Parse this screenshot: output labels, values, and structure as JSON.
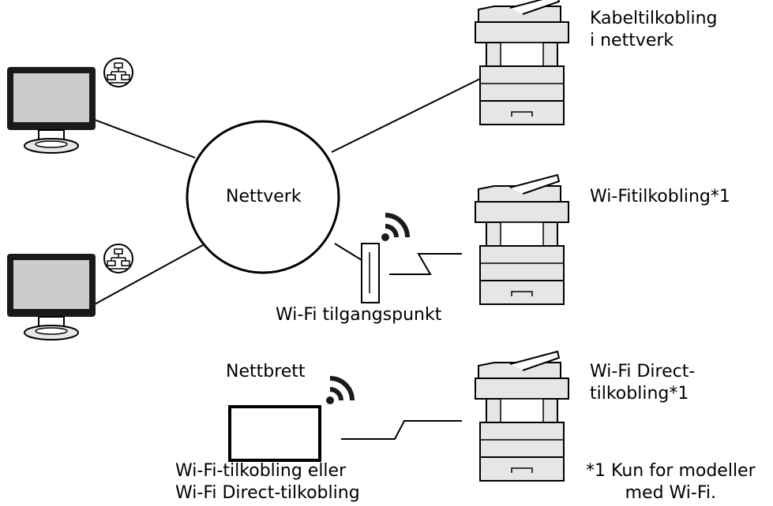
{
  "network_label": "Nettverk",
  "access_point_label": "Wi-Fi tilgangspunkt",
  "tablet_label": "Nettbrett",
  "printer_wired": {
    "line1": "Kabeltilkobling",
    "line2": "i nettverk"
  },
  "printer_wifi": {
    "line1": "Wi-Fitilkobling*1"
  },
  "printer_direct": {
    "line1": "Wi-Fi Direct-",
    "line2": "tilkobling*1"
  },
  "tablet_connection": {
    "line1": "Wi-Fi-tilkobling eller",
    "line2": "Wi-Fi Direct-tilkobling"
  },
  "footnote": {
    "line1": "*1 Kun for modeller",
    "line2": "med Wi-Fi."
  },
  "icons": {
    "computer": "computer-monitor-icon",
    "lan": "lan-network-icon",
    "printer": "printer-mfp-icon",
    "access_point": "wifi-access-point-icon",
    "wifi": "wifi-signal-icon",
    "tablet": "tablet-icon"
  },
  "colors": {
    "stroke": "#000000",
    "device_fill": "#e6e6e6",
    "screen_fill": "#cccccc",
    "monitor_body": "#1a1a1a"
  }
}
